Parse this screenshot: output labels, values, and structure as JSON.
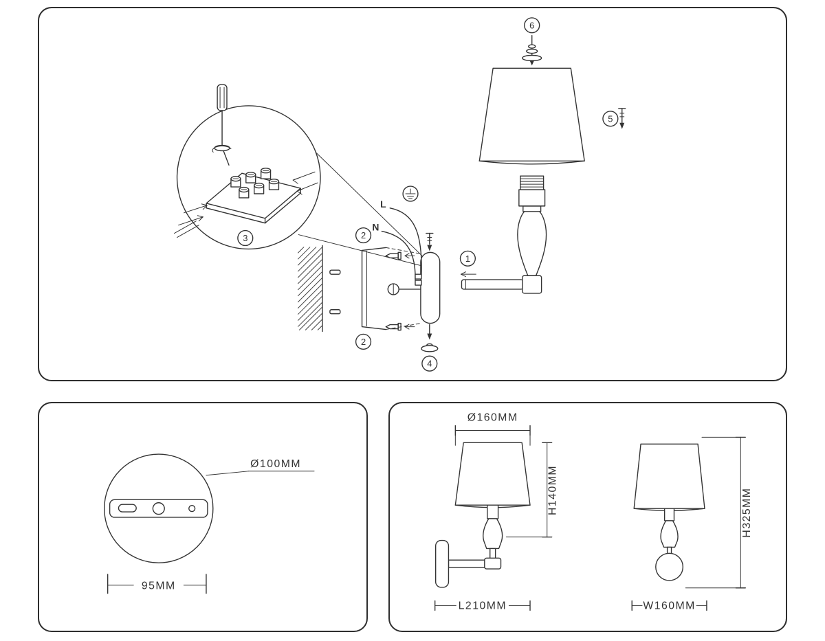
{
  "assembly": {
    "step1": "1",
    "step2": "2",
    "step3": "3",
    "step4": "4",
    "step5": "5",
    "step6": "6",
    "wire_live": "L",
    "wire_neutral": "N"
  },
  "plate": {
    "diameter": "Ø100MM",
    "spacing": "95MM"
  },
  "front": {
    "diameter": "Ø160MM",
    "shade_height": "H140MM",
    "length": "L210MM"
  },
  "side": {
    "height": "H325MM",
    "width": "W160MM"
  },
  "colors": {
    "line": "#333333",
    "background": "#ffffff"
  }
}
